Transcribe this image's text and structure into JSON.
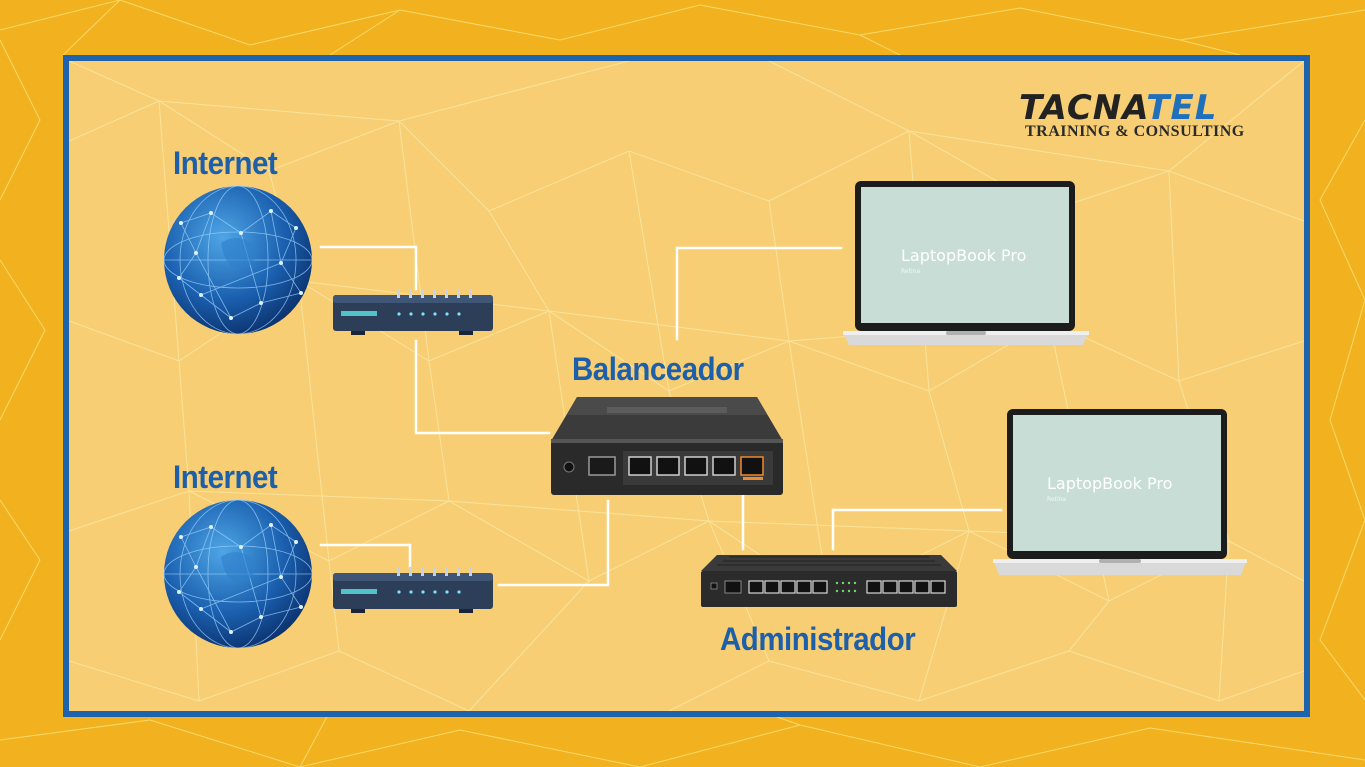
{
  "brand": {
    "logo_text_a": "TACNA",
    "logo_text_b": "TEL",
    "tagline": "TRAINING & CONSULTING"
  },
  "nodes": {
    "internet_1": "Internet",
    "internet_2": "Internet",
    "balancer": "Balanceador",
    "admin": "Administrador"
  },
  "laptops": [
    {
      "screen_title": "LaptopBook Pro",
      "screen_sub": "Retina"
    },
    {
      "screen_title": "LaptopBook Pro",
      "screen_sub": "Retina"
    }
  ],
  "colors": {
    "outer_bg": "#f2b21f",
    "inner_bg": "#f7ce74",
    "frame": "#1e63ad",
    "label": "#1d5fa8",
    "link": "#ffffff"
  },
  "icons": [
    "globe-icon",
    "modem-icon",
    "router-icon",
    "switch-icon",
    "laptop-icon"
  ]
}
